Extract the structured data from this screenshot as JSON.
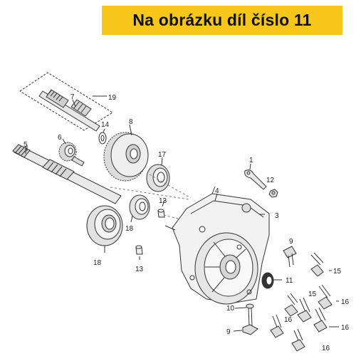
{
  "banner": {
    "text": "Na obrázku díl číslo 11",
    "color": "#f6c71a"
  },
  "parts": [
    {
      "id": "p19",
      "label": "19"
    },
    {
      "id": "p7",
      "label": "7"
    },
    {
      "id": "p14",
      "label": "14"
    },
    {
      "id": "p8",
      "label": "8"
    },
    {
      "id": "p6",
      "label": "6"
    },
    {
      "id": "p5",
      "label": "5"
    },
    {
      "id": "p17",
      "label": "17"
    },
    {
      "id": "p1",
      "label": "1"
    },
    {
      "id": "p12",
      "label": "12"
    },
    {
      "id": "p4",
      "label": "4"
    },
    {
      "id": "p13a",
      "label": "13"
    },
    {
      "id": "p3",
      "label": "3"
    },
    {
      "id": "p18a",
      "label": "18"
    },
    {
      "id": "p18b",
      "label": "18"
    },
    {
      "id": "p13b",
      "label": "13"
    },
    {
      "id": "p9a",
      "label": "9"
    },
    {
      "id": "p15a",
      "label": "15"
    },
    {
      "id": "p11",
      "label": "11"
    },
    {
      "id": "p15b",
      "label": "15"
    },
    {
      "id": "p16a",
      "label": "16"
    },
    {
      "id": "p10",
      "label": "10"
    },
    {
      "id": "p16b",
      "label": "16"
    },
    {
      "id": "p16c",
      "label": "16"
    },
    {
      "id": "p9b",
      "label": "9"
    },
    {
      "id": "p16d",
      "label": "16"
    }
  ]
}
